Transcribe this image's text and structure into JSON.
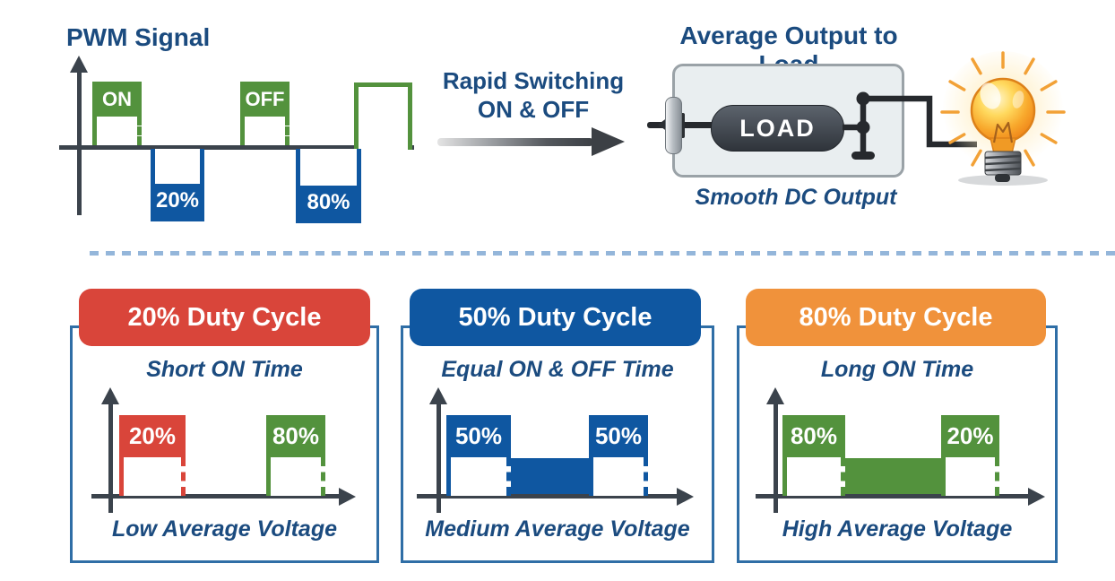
{
  "colors": {
    "navy": "#1b4b7f",
    "green": "#53923d",
    "blue": "#0f57a1",
    "red": "#d9453a",
    "orange": "#f0923b",
    "axis": "#3b434c",
    "wire": "#26292d",
    "panel_border": "#2f6ea6",
    "divider": "#94b6da",
    "load_box_fill": "#e9eef0",
    "load_box_border": "#9aa2a7"
  },
  "pwm": {
    "title": "PWM Signal",
    "pulse1_label": "ON",
    "pulse2_label": "OFF",
    "duty1_label": "20%",
    "duty2_label": "80%"
  },
  "transition": {
    "line1": "Rapid Switching",
    "line2": "ON & OFF"
  },
  "output": {
    "title": "Average Output to Load",
    "load_label": "LOAD",
    "caption": "Smooth DC Output",
    "icon": "light-bulb-icon"
  },
  "panels": [
    {
      "header": "20% Duty Cycle",
      "subtitle": "Short ON Time",
      "caption": "Low Average Voltage",
      "accent": "#d9453a",
      "duty_percent": 20,
      "pulse1": {
        "label": "20%",
        "color": "#d9453a"
      },
      "pulse2": {
        "label": "80%",
        "color": "#53923d"
      }
    },
    {
      "header": "50% Duty Cycle",
      "subtitle": "Equal ON & OFF Time",
      "caption": "Medium Average Voltage",
      "accent": "#0f57a1",
      "duty_percent": 50,
      "pulse1": {
        "label": "50%",
        "color": "#0f57a1"
      },
      "pulse2": {
        "label": "50%",
        "color": "#0f57a1"
      },
      "mid_fill": "#0f57a1"
    },
    {
      "header": "80% Duty Cycle",
      "subtitle": "Long ON Time",
      "caption": "High Average Voltage",
      "accent": "#f0923b",
      "duty_percent": 80,
      "pulse1": {
        "label": "80%",
        "color": "#53923d"
      },
      "pulse2": {
        "label": "20%",
        "color": "#53923d"
      },
      "mid_fill": "#53923d"
    }
  ]
}
